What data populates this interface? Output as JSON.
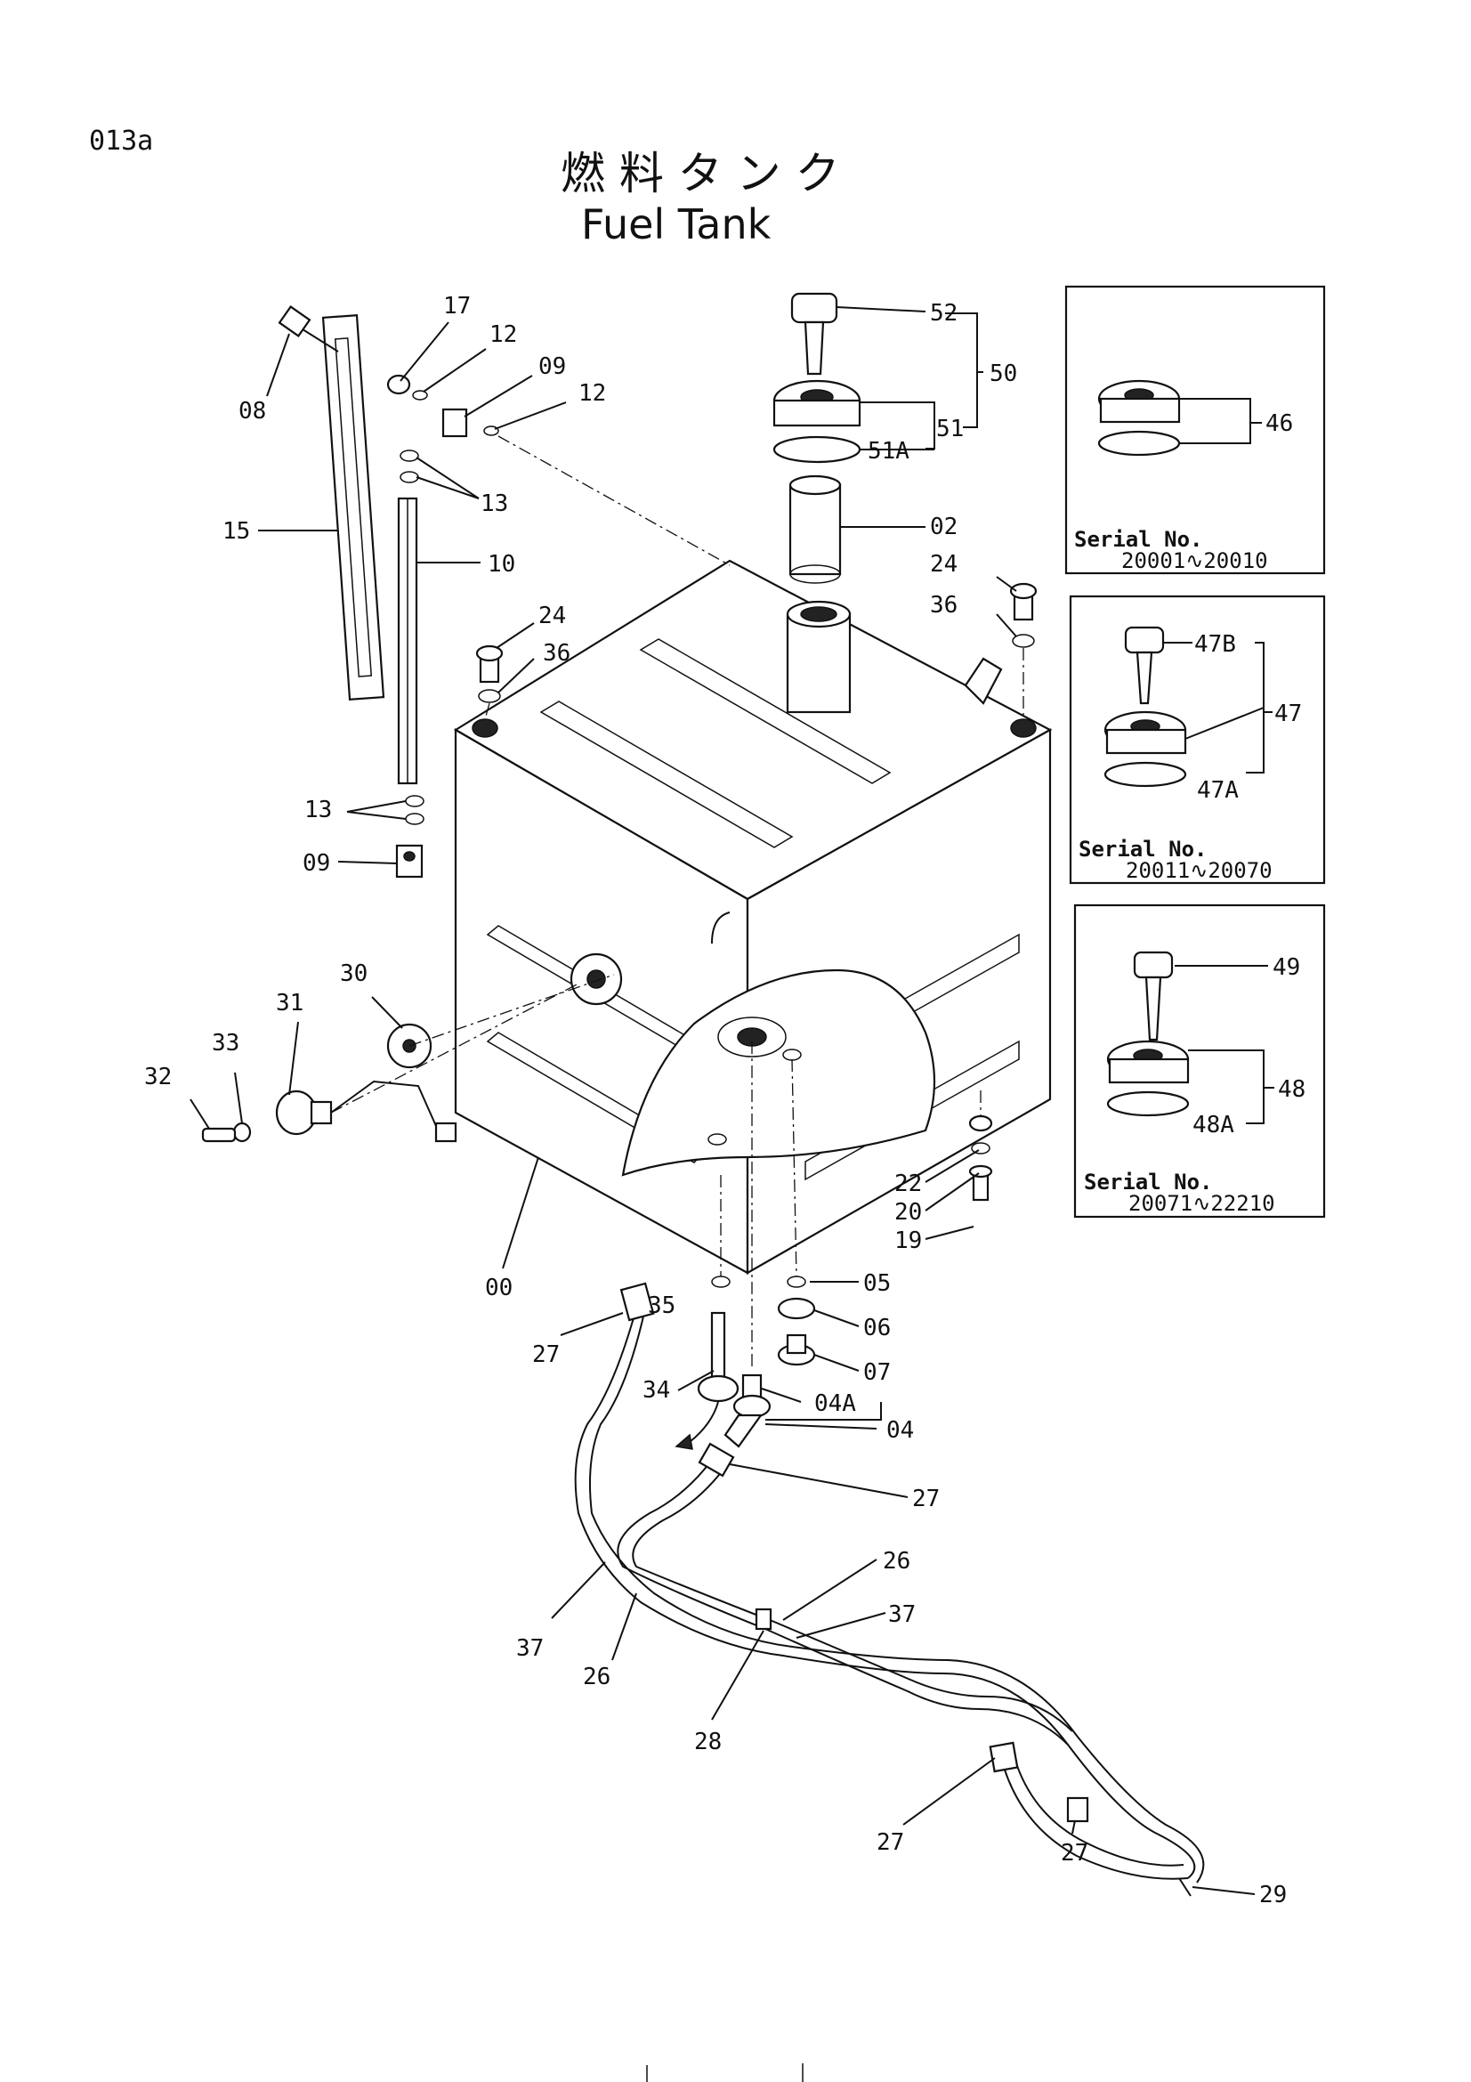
{
  "page": {
    "code": "013a",
    "title_jp": "燃 料 タ ン ク",
    "title_en": "Fuel Tank"
  },
  "callouts": {
    "c08": "08",
    "c17": "17",
    "c12a": "12",
    "c09a": "09",
    "c12b": "12",
    "c13a": "13",
    "c15": "15",
    "c10": "10",
    "c24a": "24",
    "c36a": "36",
    "c13b": "13",
    "c09b": "09",
    "c30": "30",
    "c31": "31",
    "c33": "33",
    "c32": "32",
    "c00": "00",
    "c35": "35",
    "c27a": "27",
    "c34": "34",
    "c04A": "04A",
    "c04": "04",
    "c27b": "27",
    "c26a": "26",
    "c37a": "37",
    "c37b": "37",
    "c26b": "26",
    "c28": "28",
    "c27c": "27",
    "c27d": "27",
    "c29": "29",
    "c52": "52",
    "c50": "50",
    "c51": "51",
    "c51A": "51A",
    "c02": "02",
    "c24b": "24",
    "c36b": "36",
    "c22": "22",
    "c20": "20",
    "c19": "19",
    "c05": "05",
    "c06": "06",
    "c07": "07"
  },
  "serial_boxes": [
    {
      "label": "Serial No.",
      "range": "20001∿20010",
      "part": "46"
    },
    {
      "label": "Serial No.",
      "range": "20011∿20070",
      "key": "47B",
      "part": "47",
      "sub": "47A"
    },
    {
      "label": "Serial No.",
      "range": "20071∿22210",
      "key": "49",
      "part": "48",
      "sub": "48A"
    }
  ]
}
